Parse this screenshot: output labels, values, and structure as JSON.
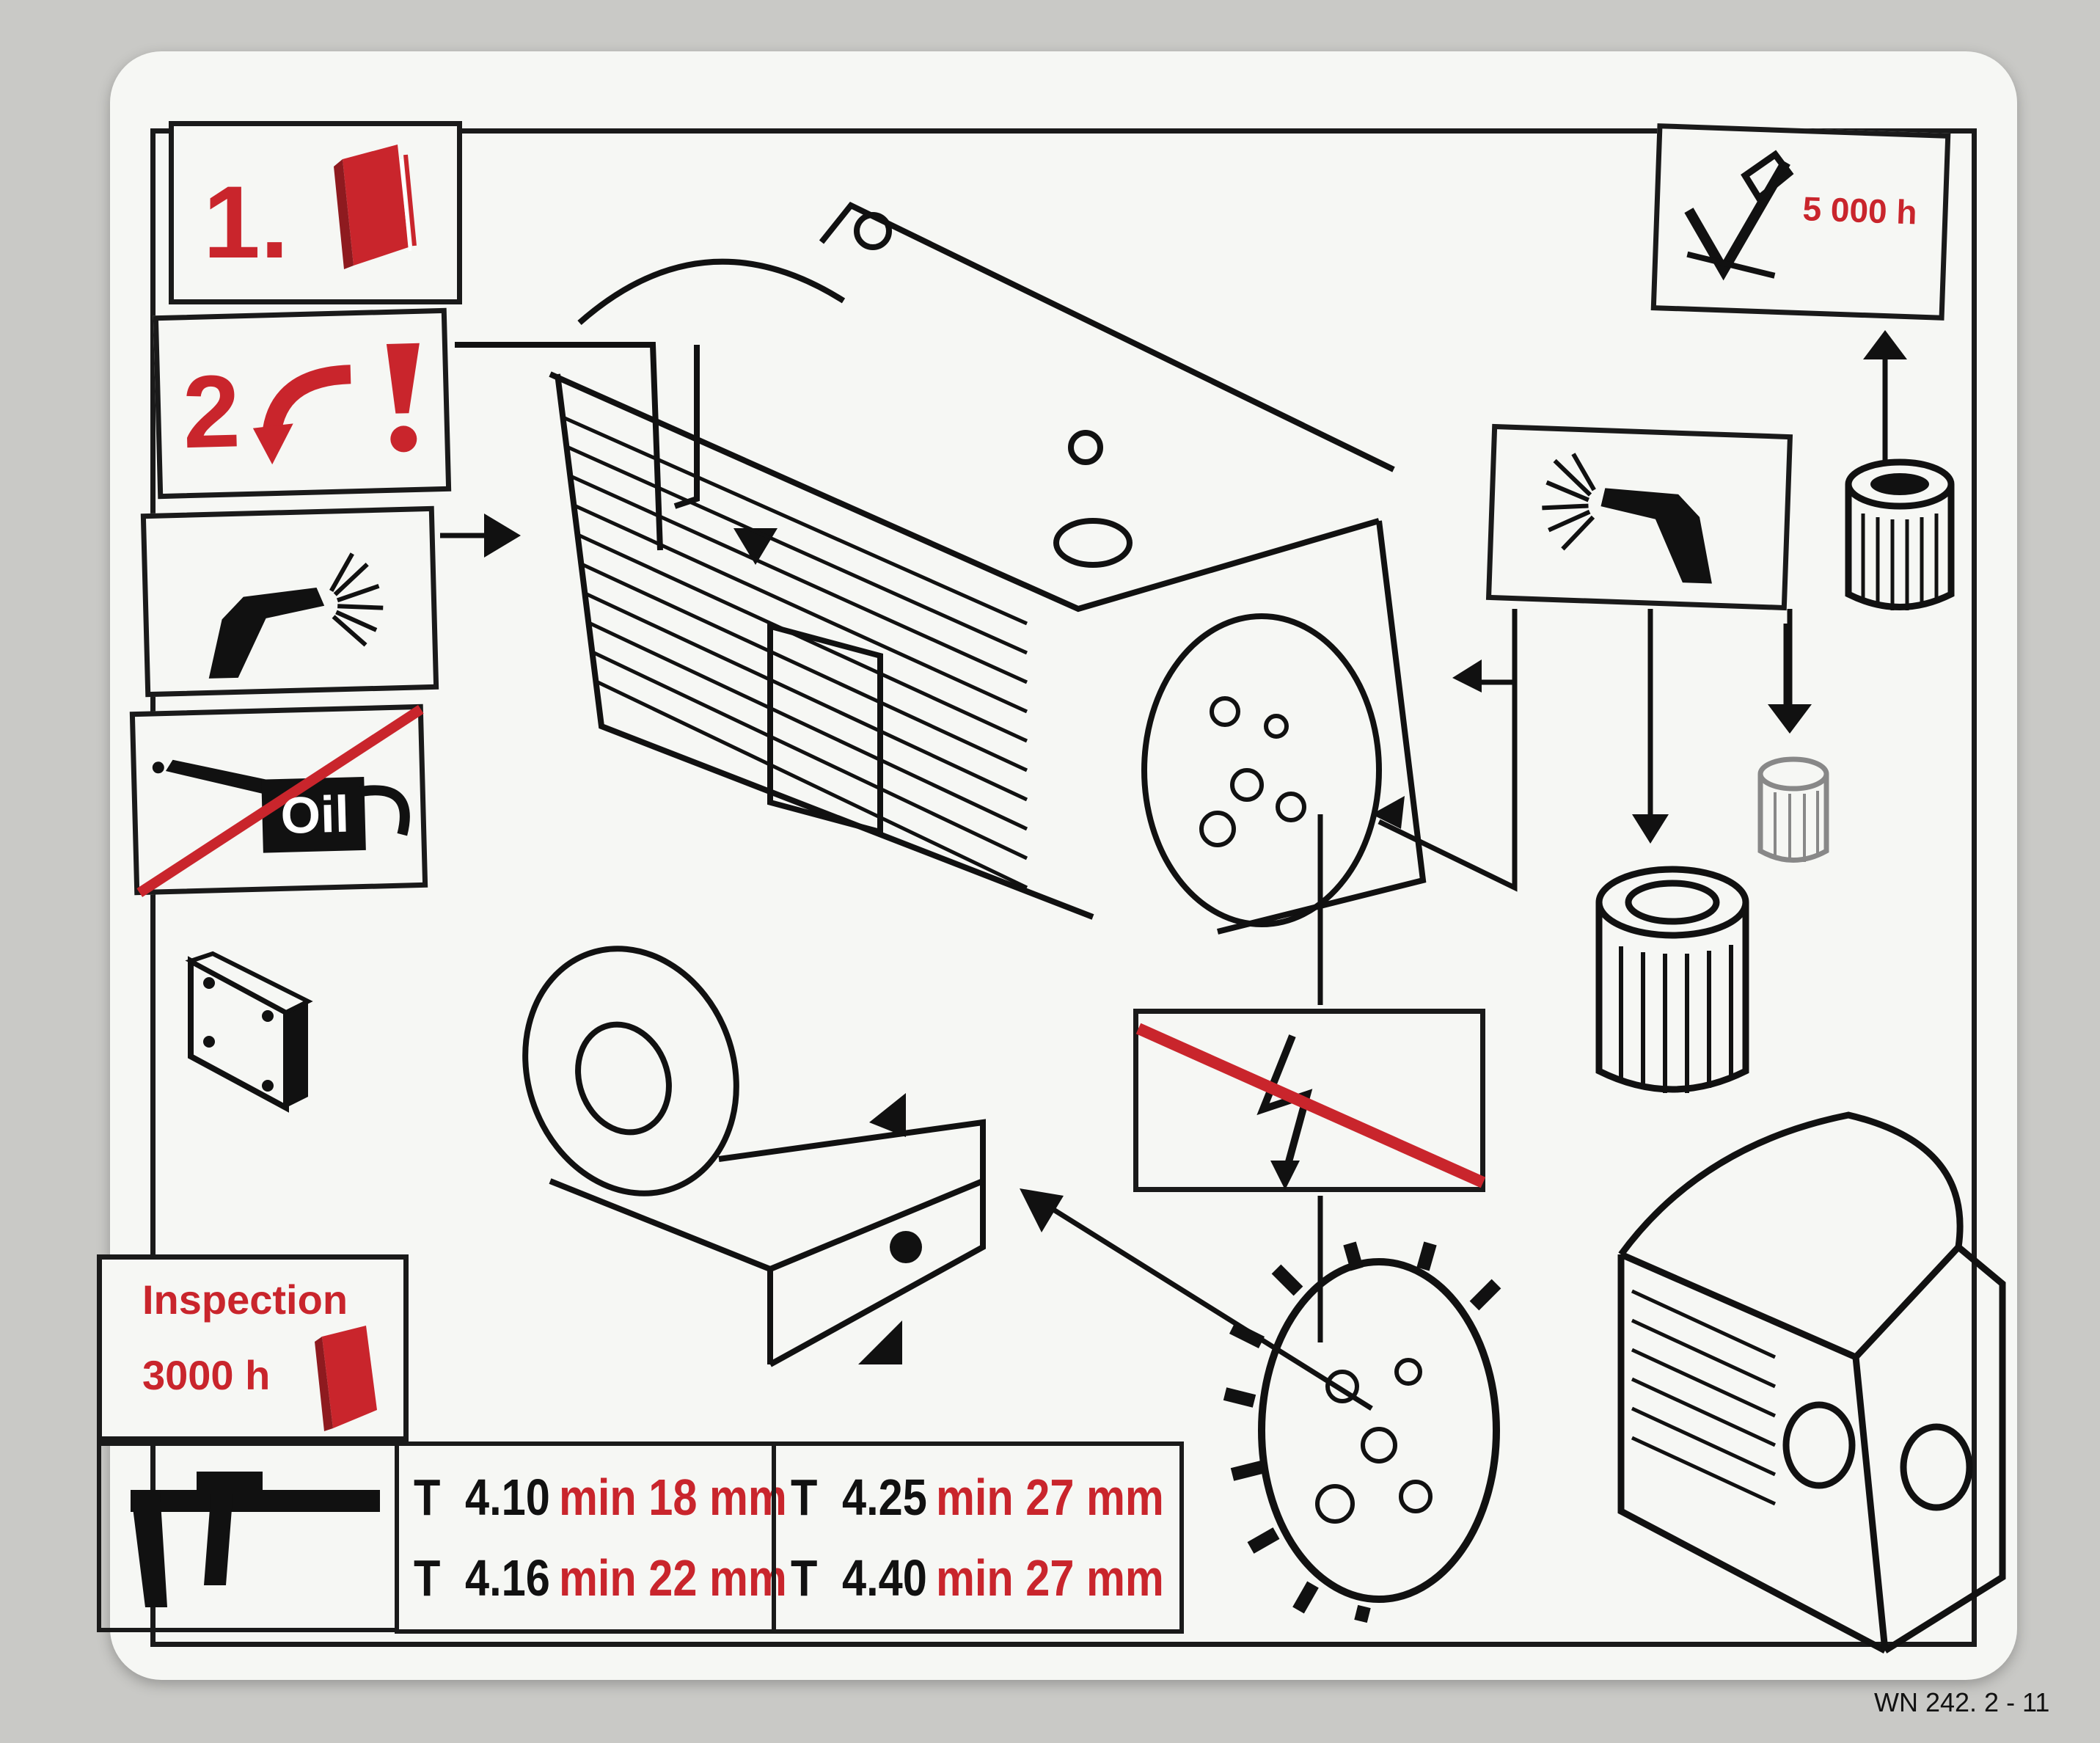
{
  "steps": {
    "step1_number": "1.",
    "step2_number": "2"
  },
  "oil_label": "Oil",
  "service_interval": "5 000 h",
  "inspection": {
    "title": "Inspection",
    "hours": "3000 h"
  },
  "wear_table": [
    {
      "type": "T",
      "model": "4.10",
      "limit": "min 18 mm"
    },
    {
      "type": "T",
      "model": "4.16",
      "limit": "min 22 mm"
    },
    {
      "type": "T",
      "model": "4.25",
      "limit": "min 27 mm"
    },
    {
      "type": "T",
      "model": "4.40",
      "limit": "min 27 mm"
    }
  ],
  "part_number": "WN 242. 2 - 11",
  "colors": {
    "accent_red": "#c9252c",
    "line_black": "#1a1a1a",
    "label_white": "#f6f7f4"
  },
  "icons": [
    "manual-book-icon",
    "warning-rotate-icon",
    "air-gun-icon",
    "no-oil-icon",
    "check-pencil-icon",
    "filter-cartridge-icon",
    "no-electricity-icon",
    "caliper-icon"
  ]
}
